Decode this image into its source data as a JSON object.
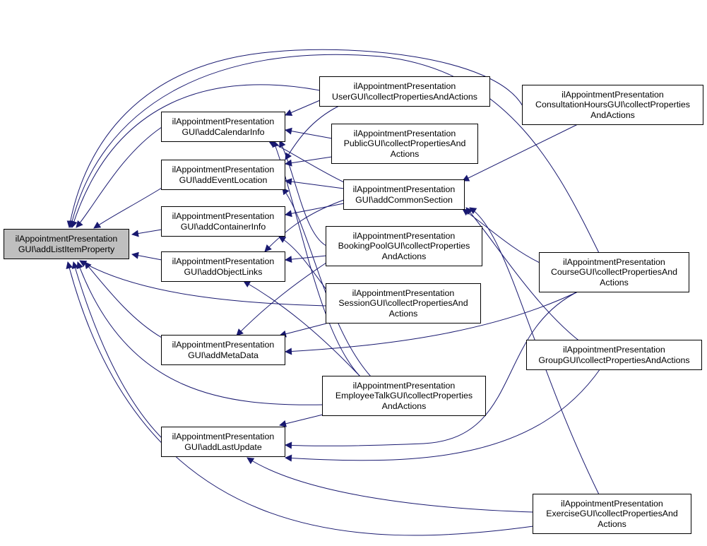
{
  "colors": {
    "edge": "#191970",
    "focus_fill": "#bfbfbf",
    "box_fill": "#ffffff",
    "box_border": "#000000"
  },
  "nodes": {
    "addListItemProperty": "ilAppointmentPresentation\nGUI\\addListItemProperty",
    "addCalendarInfo": "ilAppointmentPresentation\nGUI\\addCalendarInfo",
    "addEventLocation": "ilAppointmentPresentation\nGUI\\addEventLocation",
    "addContainerInfo": "ilAppointmentPresentation\nGUI\\addContainerInfo",
    "addObjectLinks": "ilAppointmentPresentation\nGUI\\addObjectLinks",
    "addMetaData": "ilAppointmentPresentation\nGUI\\addMetaData",
    "addLastUpdate": "ilAppointmentPresentation\nGUI\\addLastUpdate",
    "userGUI": "ilAppointmentPresentation\nUserGUI\\collectPropertiesAndActions",
    "publicGUI": "ilAppointmentPresentation\nPublicGUI\\collectPropertiesAnd\nActions",
    "addCommonSection": "ilAppointmentPresentation\nGUI\\addCommonSection",
    "bookingPoolGUI": "ilAppointmentPresentation\nBookingPoolGUI\\collectProperties\nAndActions",
    "sessionGUI": "ilAppointmentPresentation\nSessionGUI\\collectPropertiesAnd\nActions",
    "employeeTalkGUI": "ilAppointmentPresentation\nEmployeeTalkGUI\\collectProperties\nAndActions",
    "consultationHoursGUI": "ilAppointmentPresentation\nConsultationHoursGUI\\collectProperties\nAndActions",
    "courseGUI": "ilAppointmentPresentation\nCourseGUI\\collectPropertiesAnd\nActions",
    "groupGUI": "ilAppointmentPresentation\nGroupGUI\\collectPropertiesAndActions",
    "exerciseGUI": "ilAppointmentPresentation\nExerciseGUI\\collectPropertiesAnd\nActions"
  }
}
